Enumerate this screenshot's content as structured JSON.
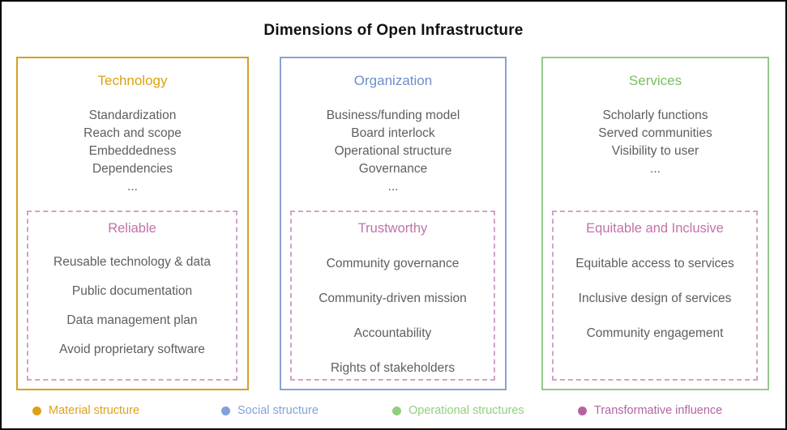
{
  "title": "Dimensions of Open Infrastructure",
  "boxes": [
    {
      "title": "Technology",
      "accent_color": "#D5A021",
      "items": [
        "Standardization",
        "Reach and scope",
        "Embeddedness",
        "Dependencies",
        "..."
      ],
      "inner": {
        "title": "Reliable",
        "items": [
          "Reusable technology & data",
          "Public documentation",
          "Data management plan",
          "Avoid proprietary software"
        ]
      }
    },
    {
      "title": "Organization",
      "accent_color": "#6C8FC8",
      "items": [
        "Business/funding model",
        "Board interlock",
        "Operational structure",
        "Governance",
        "..."
      ],
      "inner": {
        "title": "Trustworthy",
        "items": [
          "Community governance",
          "Community-driven mission",
          "Accountability",
          "Rights of stakeholders"
        ]
      }
    },
    {
      "title": "Services",
      "accent_color": "#7CBE62",
      "items": [
        "Scholarly functions",
        "Served communities",
        "Visibility to user",
        "..."
      ],
      "inner": {
        "title": "Equitable and Inclusive",
        "items": [
          "Equitable access to services",
          "Inclusive design of services",
          "Community engagement"
        ]
      }
    }
  ],
  "inner_box_color": "#C172A8",
  "inner_border_color": "#D2A3C6",
  "body_text_color": "#5E5E5E",
  "legend": [
    {
      "label": "Material structure",
      "color": "#DFA018"
    },
    {
      "label": "Social structure",
      "color": "#7FA2DD"
    },
    {
      "label": "Operational structures",
      "color": "#8FD07D"
    },
    {
      "label": "Transformative influence",
      "color": "#B563A0"
    }
  ]
}
